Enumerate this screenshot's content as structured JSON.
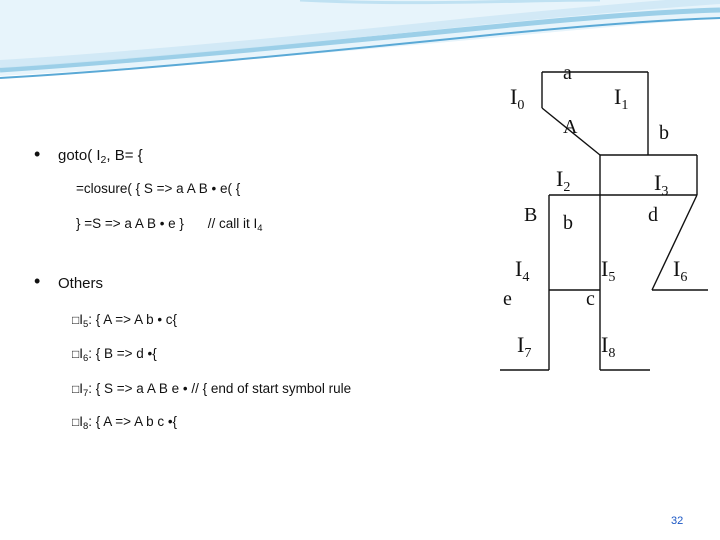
{
  "slide": {
    "page_number": "32",
    "colors": {
      "swoosh_light": "#cfe8f5",
      "swoosh_mid": "#9ccfe8",
      "swoosh_dark": "#5aa9d6",
      "page_number": "#1a56c4"
    }
  },
  "bullets": [
    {
      "head": "goto( I",
      "head_sub": "2",
      "head_tail": ", B= {"
    },
    {
      "text": "Others"
    }
  ],
  "goto_lines": {
    "line1": "=closure( { S =>  a A B • e( {",
    "line2_a": "} =S =>  a A B • e }",
    "line2_b": "// call it I",
    "line2_b_sub": "4"
  },
  "others_items": [
    {
      "marker": "□",
      "pre": "I",
      "sub": "5",
      "post": ": { A =>  A b • c{"
    },
    {
      "marker": "□",
      "pre": "I",
      "sub": "6",
      "post": ": { B =>  d •{"
    },
    {
      "marker": "□",
      "pre": "I",
      "sub": "7",
      "post": ": { S =>  a A B e • //  { end of start symbol rule"
    },
    {
      "marker": "□",
      "pre": "I",
      "sub": "8",
      "post": ": { A =>  A b c •{"
    }
  ],
  "diagram": {
    "nodes": {
      "I0": {
        "base": "I",
        "sub": "0"
      },
      "I1": {
        "base": "I",
        "sub": "1"
      },
      "I2": {
        "base": "I",
        "sub": "2"
      },
      "I3": {
        "base": "I",
        "sub": "3"
      },
      "I4": {
        "base": "I",
        "sub": "4"
      },
      "I5": {
        "base": "I",
        "sub": "5"
      },
      "I6": {
        "base": "I",
        "sub": "6"
      },
      "I7": {
        "base": "I",
        "sub": "7"
      },
      "I8": {
        "base": "I",
        "sub": "8"
      }
    },
    "edge_labels": {
      "a": "a",
      "A": "A",
      "b_top": "b",
      "B": "B",
      "b_mid": "b",
      "d": "d",
      "e": "e",
      "c": "c"
    }
  }
}
